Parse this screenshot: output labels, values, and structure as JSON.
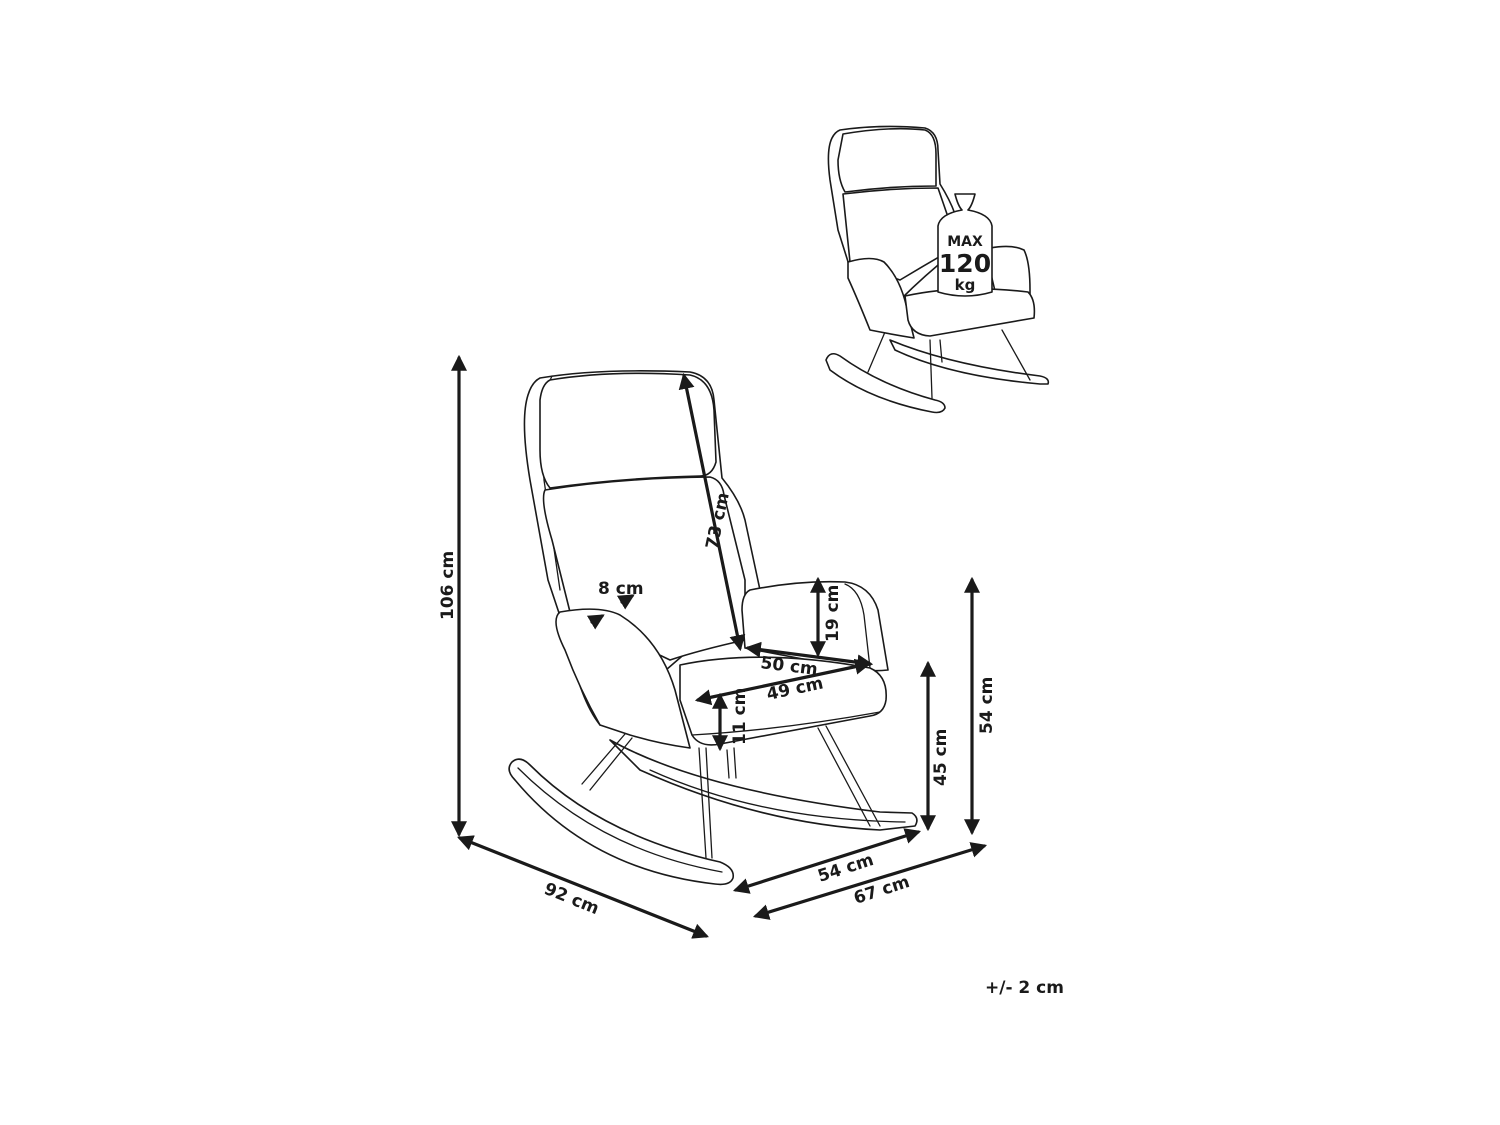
{
  "diagram": {
    "subject": "Rocking chair dimensions",
    "main_view": {
      "dimensions": {
        "overall_height": "106 cm",
        "backrest_height": "73 cm",
        "armrest_width": "8 cm",
        "armrest_height": "19 cm",
        "seat_width": "50 cm",
        "seat_depth": "49 cm",
        "seat_cushion_thickness": "11 cm",
        "seat_height": "45 cm",
        "armrest_floor_height": "54 cm",
        "overall_depth": "92 cm",
        "seat_base_width": "54 cm",
        "overall_width": "67 cm"
      }
    },
    "inset_view": {
      "weight_badge": {
        "line1": "MAX",
        "line2": "120",
        "line3": "kg"
      }
    },
    "tolerance": "+/- 2 cm"
  }
}
